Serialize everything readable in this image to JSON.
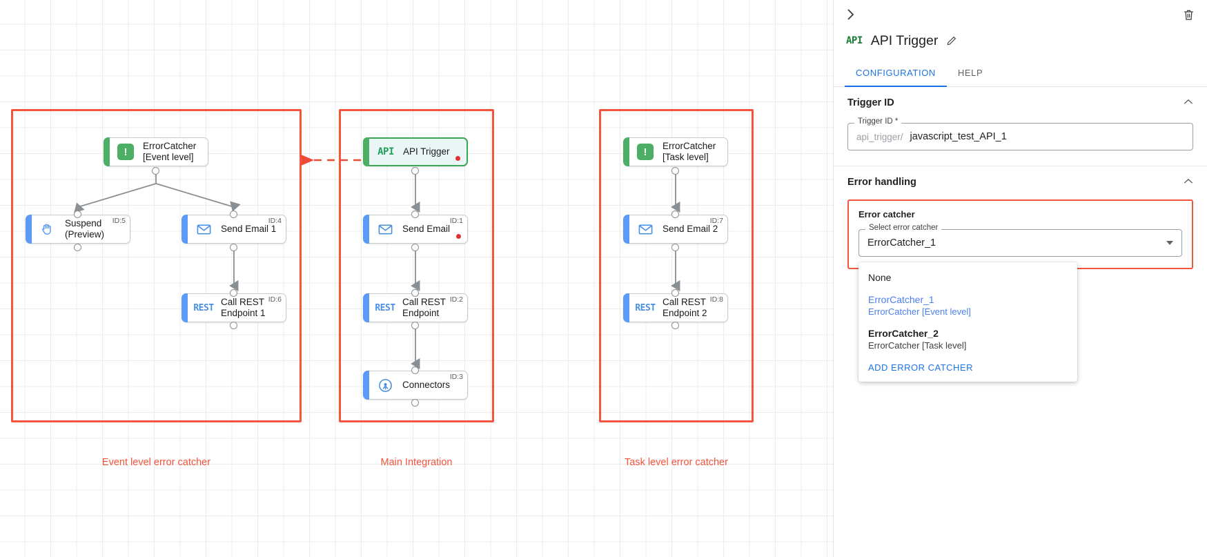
{
  "canvas": {
    "groups": [
      {
        "name": "event-level-group",
        "caption": "Event level error catcher"
      },
      {
        "name": "main-integration-group",
        "caption": "Main Integration"
      },
      {
        "name": "task-level-group",
        "caption": "Task level error catcher"
      }
    ],
    "nodes": [
      {
        "key": "errorcatcher_event",
        "label": "ErrorCatcher\n[Event level]",
        "icon": "error-catcher-icon",
        "id_label": "",
        "accent": "green",
        "selected": false,
        "dot": false
      },
      {
        "key": "suspend_preview",
        "label": "Suspend\n(Preview)",
        "icon": "hand-icon",
        "id_label": "ID:5",
        "accent": "blue",
        "selected": false,
        "dot": false
      },
      {
        "key": "send_email_1",
        "label": "Send Email 1",
        "icon": "envelope-icon",
        "id_label": "ID:4",
        "accent": "blue",
        "selected": false,
        "dot": false
      },
      {
        "key": "call_rest_1",
        "label": "Call REST\nEndpoint 1",
        "icon": "rest-icon",
        "id_label": "ID:6",
        "accent": "blue",
        "selected": false,
        "dot": false
      },
      {
        "key": "api_trigger",
        "label": "API Trigger",
        "icon": "api-icon",
        "id_label": "",
        "accent": "green",
        "selected": true,
        "dot": true
      },
      {
        "key": "send_email",
        "label": "Send Email",
        "icon": "envelope-icon",
        "id_label": "ID:1",
        "accent": "blue",
        "selected": false,
        "dot": true
      },
      {
        "key": "call_rest",
        "label": "Call REST\nEndpoint",
        "icon": "rest-icon",
        "id_label": "ID:2",
        "accent": "blue",
        "selected": false,
        "dot": false
      },
      {
        "key": "connectors",
        "label": "Connectors",
        "icon": "connectors-icon",
        "id_label": "ID:3",
        "accent": "blue",
        "selected": false,
        "dot": false
      },
      {
        "key": "errorcatcher_task",
        "label": "ErrorCatcher\n[Task level]",
        "icon": "error-catcher-icon",
        "id_label": "",
        "accent": "green",
        "selected": false,
        "dot": false
      },
      {
        "key": "send_email_2",
        "label": "Send Email 2",
        "icon": "envelope-icon",
        "id_label": "ID:7",
        "accent": "blue",
        "selected": false,
        "dot": false
      },
      {
        "key": "call_rest_2",
        "label": "Call REST\nEndpoint 2",
        "icon": "rest-icon",
        "id_label": "ID:8",
        "accent": "blue",
        "selected": false,
        "dot": false
      }
    ],
    "icon_text": {
      "api": "API",
      "rest": "REST",
      "error_catcher": "!"
    },
    "colors": {
      "group_border": "#f4543c",
      "caption": "#f4543c",
      "node_accent_blue": "#5b9bf8",
      "node_accent_green": "#4caf65",
      "selected_border": "#3aa757",
      "selected_fill": "#eaf6f6",
      "edge": "#8a8f94",
      "error_dot": "#e03030"
    }
  },
  "panel": {
    "collapse_icon": "›",
    "delete_icon": "trash-icon",
    "title_badge": "API",
    "title": "API Trigger",
    "edit_icon": "pencil-icon",
    "tabs": [
      {
        "label": "CONFIGURATION",
        "active": true
      },
      {
        "label": "HELP",
        "active": false
      }
    ],
    "trigger_section": {
      "title": "Trigger ID",
      "caret": "⌃",
      "field_legend": "Trigger ID *",
      "field_prefix": "api_trigger/",
      "field_value": "javascript_test_API_1"
    },
    "error_section": {
      "title": "Error handling",
      "caret": "⌃",
      "block_label": "Error catcher",
      "select_legend": "Select error catcher",
      "select_value": "ErrorCatcher_1",
      "dropdown": {
        "items": [
          {
            "main": "None",
            "sub": "",
            "style": "plain"
          },
          {
            "main": "ErrorCatcher_1",
            "sub": "ErrorCatcher [Event level]",
            "style": "blue"
          },
          {
            "main": "ErrorCatcher_2",
            "sub": "ErrorCatcher [Task level]",
            "style": "bold"
          }
        ],
        "action": "ADD ERROR CATCHER"
      }
    },
    "accent_color": "#1a73e8"
  }
}
